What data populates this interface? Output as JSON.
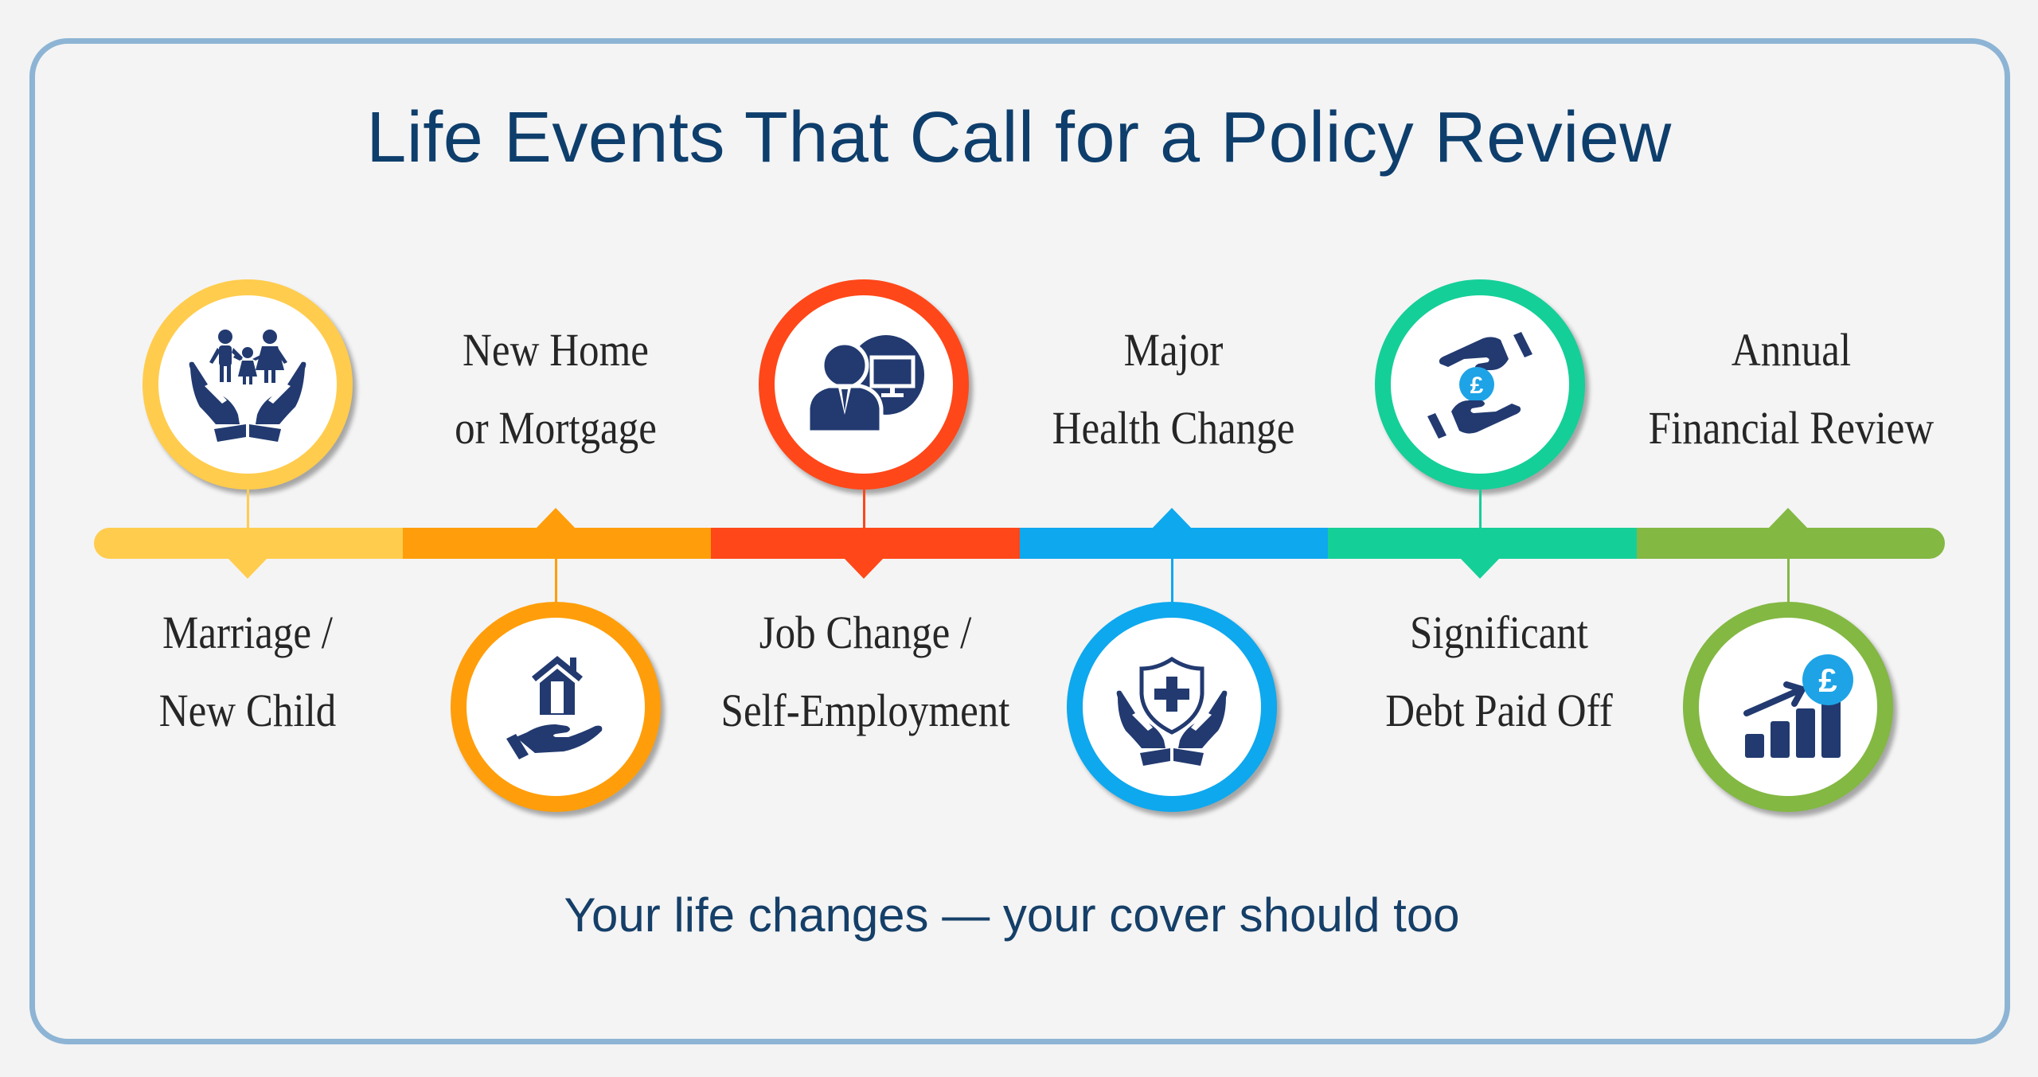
{
  "title": "Life Events That Call for a Policy Review",
  "tagline": "Your life changes — your cover should too",
  "colors": {
    "background": "#f3f3f3",
    "frame_border": "#8db4d4",
    "title_text": "#0e3e6c",
    "icon_navy": "#223a70",
    "icon_accent_blue": "#1ea3e6",
    "label_text": "#262626"
  },
  "events": [
    {
      "label_line1": "Marriage /",
      "label_line2": "New Child",
      "icon": "family-in-hands-icon",
      "color": "#ffcc4d",
      "position": "top"
    },
    {
      "label_line1": "New Home",
      "label_line2": "or Mortgage",
      "icon": "house-in-hand-icon",
      "color": "#ff9e0a",
      "position": "bottom"
    },
    {
      "label_line1": "Job Change /",
      "label_line2": "Self-Employment",
      "icon": "businessman-computer-icon",
      "color": "#ff4719",
      "position": "top"
    },
    {
      "label_line1": "Major",
      "label_line2": "Health Change",
      "icon": "health-shield-hands-icon",
      "color": "#0ea8ee",
      "position": "bottom"
    },
    {
      "label_line1": "Significant",
      "label_line2": "Debt Paid Off",
      "icon": "pound-between-hands-icon",
      "color": "#15cf98",
      "position": "top"
    },
    {
      "label_line1": "Annual",
      "label_line2": "Financial Review",
      "icon": "pound-growth-chart-icon",
      "color": "#83b843",
      "position": "bottom"
    }
  ]
}
